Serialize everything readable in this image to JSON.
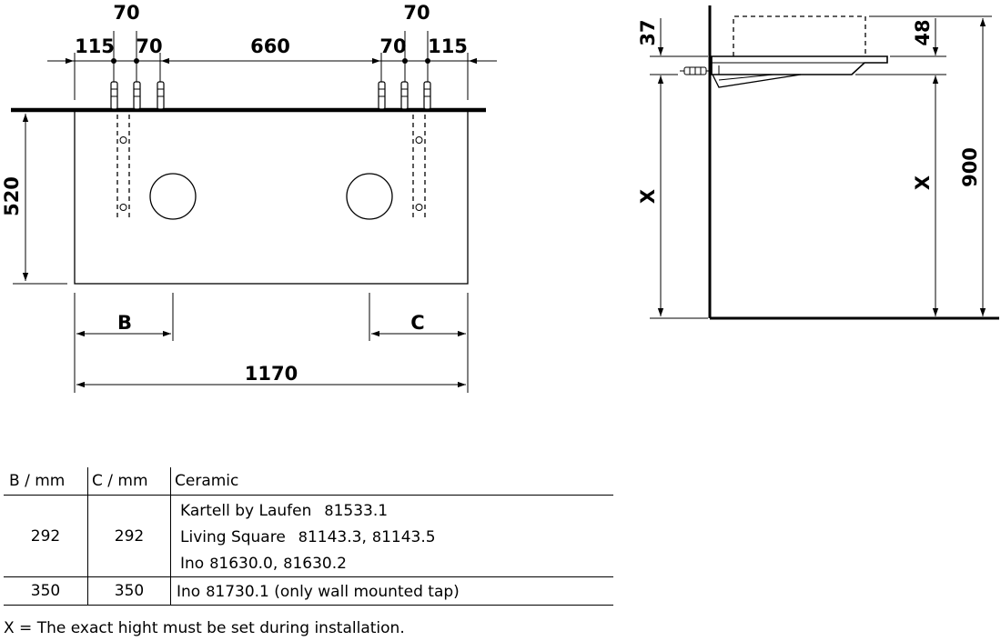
{
  "front_view": {
    "dims_top": [
      "70",
      "115",
      "70",
      "660",
      "70",
      "70",
      "115"
    ],
    "height": "520",
    "b_label": "B",
    "c_label": "C",
    "width": "1170"
  },
  "side_view": {
    "dim_37": "37",
    "dim_48": "48",
    "x_left": "X",
    "x_right": "X",
    "dim_900": "900"
  },
  "table": {
    "headers": {
      "b": "B / mm",
      "c": "C / mm",
      "ceramic": "Ceramic"
    },
    "rows": [
      {
        "b": "292",
        "c": "292",
        "ceramics": [
          {
            "name": "Kartell by Laufen",
            "codes": [
              "8",
              "1533.1"
            ]
          },
          {
            "name": "Living Square",
            "codes": [
              "8",
              "1143.3,",
              "8",
              "1143.5"
            ]
          },
          {
            "name": "Ino",
            "codes": [
              "8",
              "1630.0,",
              "8",
              "1630.2"
            ]
          }
        ]
      },
      {
        "b": "350",
        "c": "350",
        "ceramics": [
          {
            "name": "Ino",
            "codes": [
              "8",
              "1730.1 (only wall mounted tap)"
            ]
          }
        ]
      }
    ]
  },
  "note": "X = The exact hight must be set during installation."
}
